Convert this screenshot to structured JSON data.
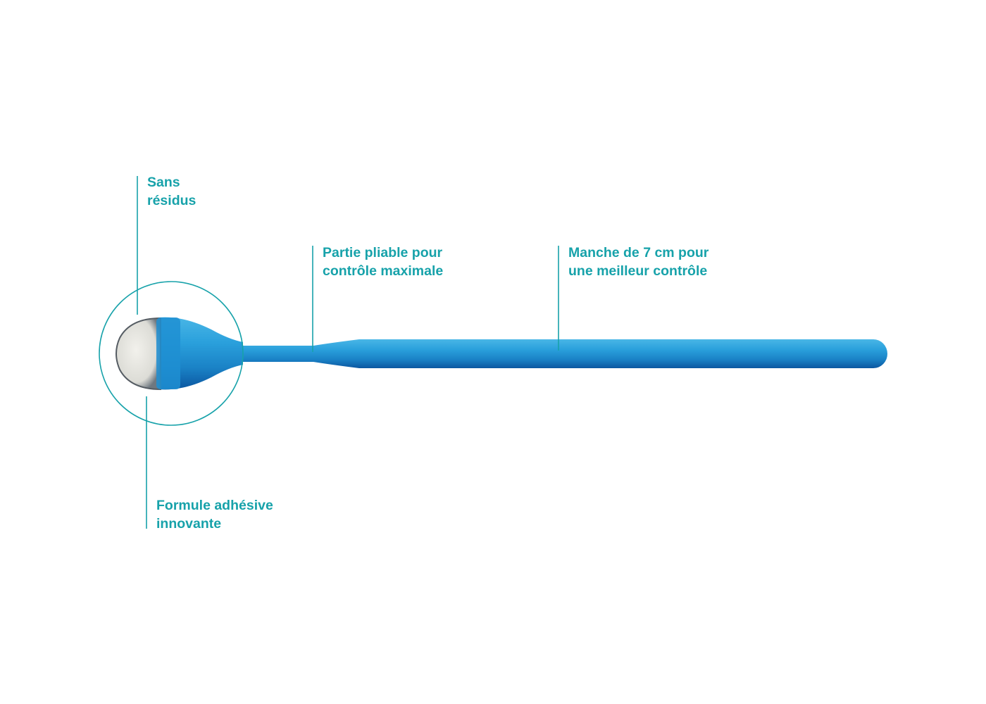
{
  "colors": {
    "accent": "#17a2aa",
    "stick": "#1f8fd0",
    "stick_dark": "#0b5fa8"
  },
  "callouts": [
    {
      "id": "residue",
      "lines": [
        "Sans",
        "résidus"
      ]
    },
    {
      "id": "bendable",
      "lines": [
        "Partie pliable pour",
        "contrôle maximale"
      ]
    },
    {
      "id": "handle",
      "lines": [
        "Manche de 7 cm pour",
        "une meilleur contrôle"
      ]
    },
    {
      "id": "adhesive",
      "lines": [
        "Formule adhésive",
        "innovante"
      ]
    }
  ]
}
